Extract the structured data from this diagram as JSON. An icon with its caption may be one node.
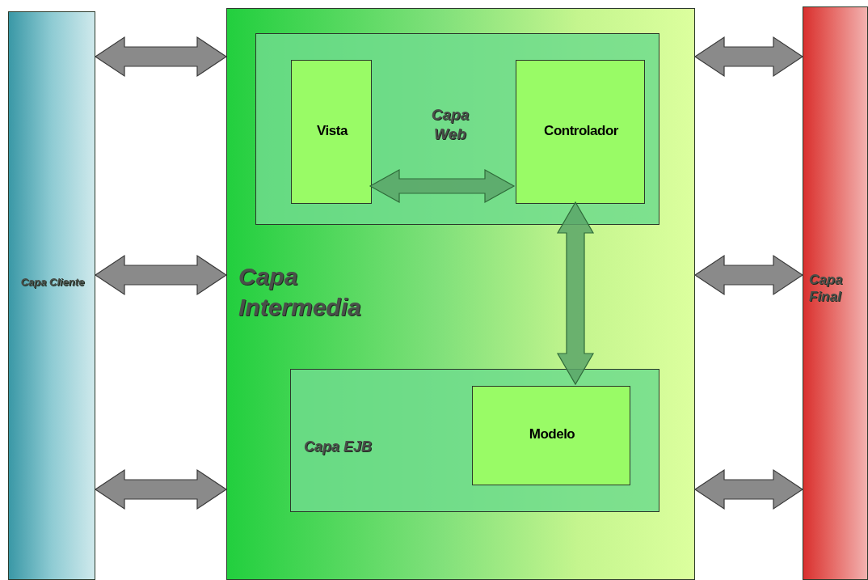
{
  "diagram": {
    "nodes": [
      {
        "text": [
          "Capa Cliente"
        ]
      },
      {
        "text": [
          "Capa Intermedia"
        ]
      },
      {
        "text": [
          "Capa Web"
        ],
        "in": 1
      },
      {
        "text": [
          "Vista"
        ],
        "in": 2
      },
      {
        "text": [
          "Controlador"
        ],
        "in": 2
      },
      {
        "text": [
          "Capa EJB"
        ],
        "in": 1
      },
      {
        "text": [
          "Modelo"
        ],
        "in": 5
      },
      {
        "text": [
          "Capa Final"
        ]
      }
    ],
    "edges": [
      {
        "from": 0,
        "to": 1,
        "arrow": "both"
      },
      {
        "from": 0,
        "to": 1,
        "arrow": "both"
      },
      {
        "from": 0,
        "to": 1,
        "arrow": "both"
      },
      {
        "from": 1,
        "to": 7,
        "arrow": "both"
      },
      {
        "from": 1,
        "to": 7,
        "arrow": "both"
      },
      {
        "from": 1,
        "to": 7,
        "arrow": "both"
      },
      {
        "from": 3,
        "to": 4,
        "arrow": "both",
        "color": "#5aa469"
      },
      {
        "from": 4,
        "to": 6,
        "arrow": "both",
        "color": "#5aa469"
      }
    ]
  }
}
